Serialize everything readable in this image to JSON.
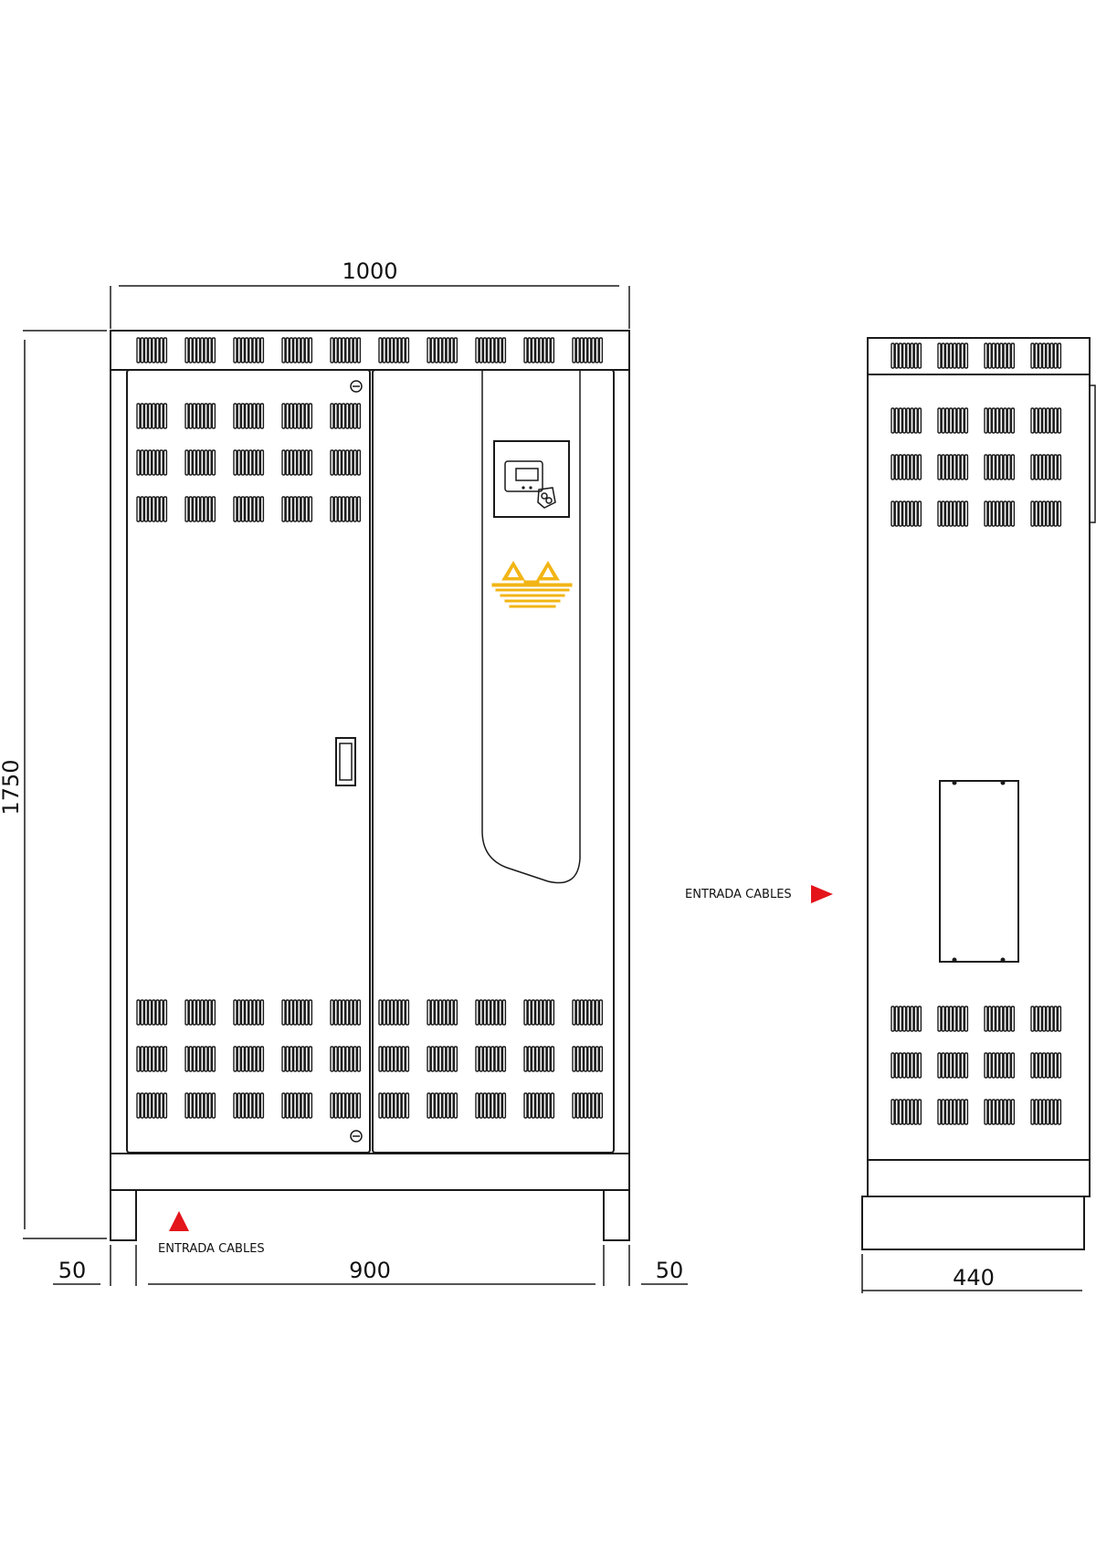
{
  "dimensions": {
    "width_total": "1000",
    "height_total": "1750",
    "width_inner": "900",
    "left_margin": "50",
    "right_margin": "50",
    "depth": "440"
  },
  "labels": {
    "cable_entry_front": "ENTRADA CABLES",
    "cable_entry_side": "ENTRADA CABLES"
  },
  "colors": {
    "cable_entry_arrow": "#e4141b",
    "warning_sign": "#f2b515",
    "outline": "#1a1a1a"
  },
  "icons": {
    "warning_icon": "warning-triangle",
    "display_icon": "control-panel-display"
  }
}
